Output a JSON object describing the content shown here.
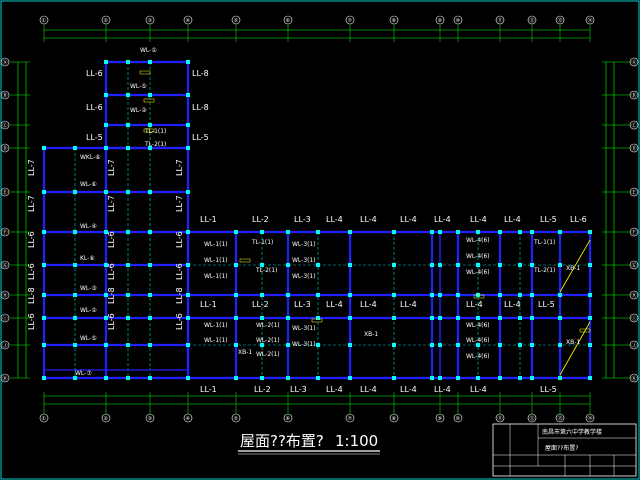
{
  "drawing": {
    "title": "屋面??布置?",
    "scale": "1:100",
    "title_block": {
      "school": "南昌市第六中学教学楼",
      "sheet": "屋面??布置?"
    }
  },
  "left_wing_labels": [
    {
      "left": "LL-6",
      "right": "LL-8"
    },
    {
      "left": "LL-6",
      "right": "LL-8"
    },
    {
      "left": "LL-5",
      "right": "LL-5"
    }
  ],
  "left_wing_beams": [
    "WL-①",
    "WL-⑤",
    "WL-②",
    "TL-1(1)",
    "TL-2(1)"
  ],
  "west_block": {
    "row_labels": [
      "LL-7",
      "LL-7",
      "LL-6",
      "LL-6",
      "LL-8",
      "LL-6"
    ],
    "beams": [
      "WKL-⑥",
      "WL-⑥",
      "WL-④",
      "KL-⑧",
      "WL-③",
      "WL-②",
      "WL-⑤"
    ],
    "bottom_beam": "WL-⑦"
  },
  "top_row_labels": [
    "LL-1",
    "LL-2",
    "LL-3",
    "LL-4",
    "LL-4",
    "LL-4",
    "LL-4",
    "LL-4",
    "LL-4",
    "LL-5",
    "LL-6"
  ],
  "mid_row_labels": [
    "LL-1",
    "LL-2",
    "LL-3",
    "LL-4",
    "LL-4",
    "LL-4",
    "LL-4",
    "LL-4",
    "LL-5"
  ],
  "bottom_row_labels": [
    "LL-1",
    "LL-2",
    "LL-3",
    "LL-4",
    "LL-4",
    "LL-4",
    "LL-4",
    "LL-4",
    "LL-5"
  ],
  "upper_beams": [
    "WL-1(1)",
    "WL-1(1)",
    "WL-1(1)",
    "TL-1(1)",
    "TL-2(1)",
    "WL-3(1)",
    "WL-3(1)",
    "WL-3(1)",
    "WL-4(6)",
    "WL-4(6)",
    "WL-4(6)",
    "TL-1(1)",
    "TL-2(1)",
    "XB-1"
  ],
  "lower_beams": [
    "WL-1(1)",
    "WL-1(1)",
    "XB-1",
    "WL-2(1)",
    "WL-2(1)",
    "WL-2(1)",
    "WL-3(1)",
    "WL-3(1)",
    "XB-1",
    "WL-4(6)",
    "WL-4(6)",
    "WL-4(6)",
    "XB-1"
  ],
  "axes_top": [
    "①",
    "②",
    "③",
    "④",
    "⑤",
    "⑥",
    "⑦",
    "⑧",
    "⑨",
    "⑩",
    "⑪",
    "⑫",
    "⑬",
    "⑭",
    "⑮",
    "⑯"
  ],
  "axes_side": [
    "Ⓐ",
    "Ⓑ",
    "Ⓒ",
    "Ⓓ",
    "Ⓔ",
    "Ⓕ",
    "Ⓖ",
    "Ⓗ",
    "Ⓘ",
    "Ⓙ",
    "Ⓚ",
    "Ⓛ",
    "Ⓜ"
  ],
  "colors": {
    "background": "#000000",
    "beam": "#2020ff",
    "column": "#00ffff",
    "text": "#ffffff",
    "axis": "#00ff00",
    "highlight": "#ffff00",
    "tag": "#ffff00"
  }
}
